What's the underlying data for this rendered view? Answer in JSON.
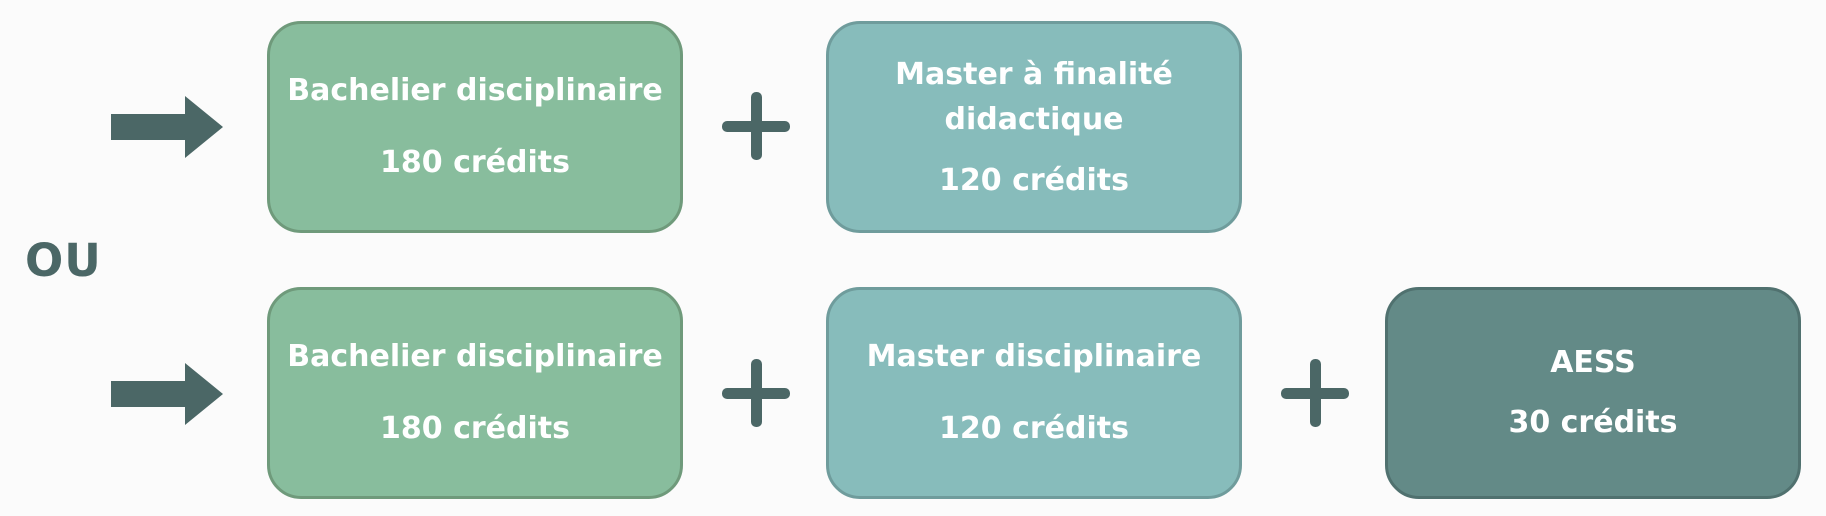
{
  "separator_label": "OU",
  "colors": {
    "bachelier": "#88bd9d",
    "master": "#87bcbb",
    "aess": "#638a87",
    "symbols": "#4b6766"
  },
  "rows": [
    {
      "boxes": [
        {
          "title": "Bachelier disciplinaire",
          "credits": "180 crédits"
        },
        {
          "title": "Master à finalité didactique",
          "credits": "120 crédits"
        }
      ],
      "connectors": [
        "+"
      ]
    },
    {
      "boxes": [
        {
          "title": "Bachelier disciplinaire",
          "credits": "180 crédits"
        },
        {
          "title": "Master disciplinaire",
          "credits": "120 crédits"
        },
        {
          "title": "AESS",
          "credits": "30 crédits"
        }
      ],
      "connectors": [
        "+",
        "+"
      ]
    }
  ]
}
